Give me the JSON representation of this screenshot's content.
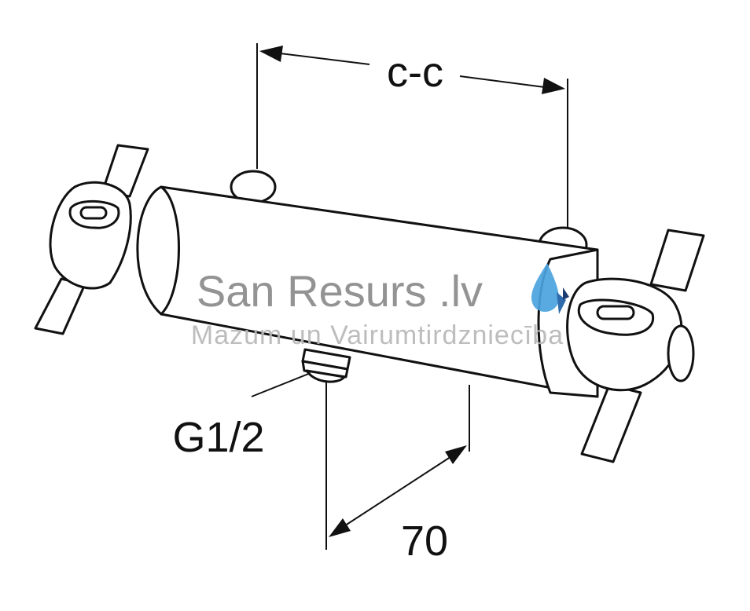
{
  "dimensions": {
    "center_to_center": "c-c",
    "outlet_thread": "G1/2",
    "projection": "70"
  },
  "watermark": {
    "title": "San Resurs .lv",
    "subtitle": "Mazum un Vairumtirdzniecība",
    "logo_icon": "water-drop-icon",
    "logo_colors": [
      "#4aa3df",
      "#1f5fa8",
      "#0a2a66"
    ]
  }
}
